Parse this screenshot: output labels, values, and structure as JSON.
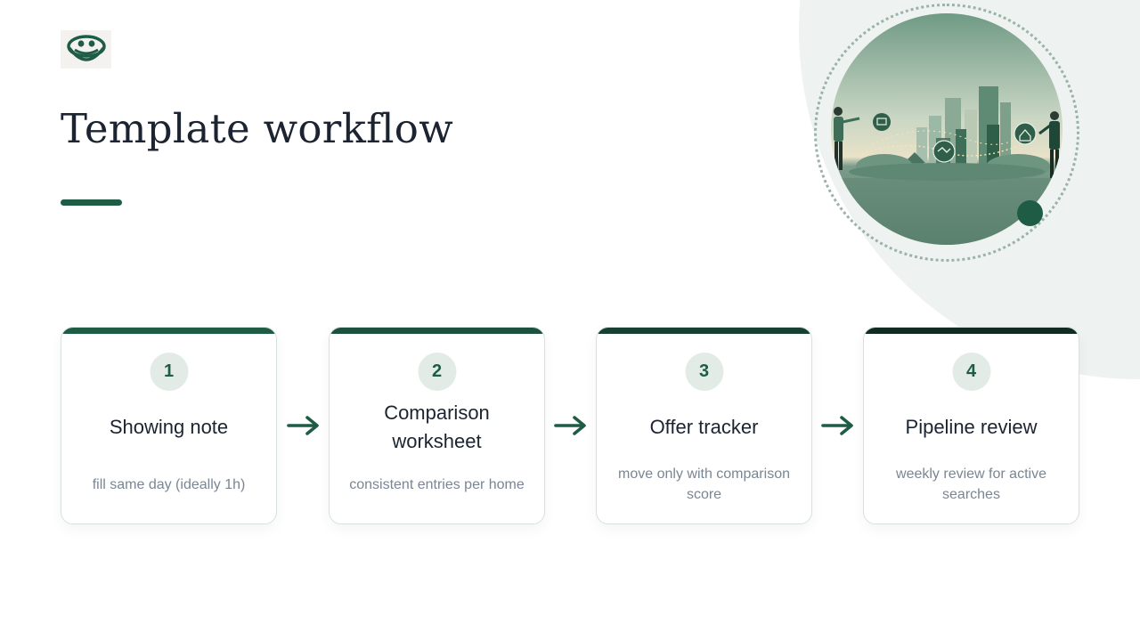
{
  "title": "Template workflow",
  "colors": {
    "accent": "#1f5c45",
    "title_text": "#1b2430",
    "muted_text": "#7a8693",
    "number_bg": "#e3ebe6",
    "card_border": "#d6e2dc",
    "bar_colors": [
      "#1f5c45",
      "#1c5140",
      "#173f32",
      "#112b23"
    ]
  },
  "steps": [
    {
      "number": "1",
      "title": "Showing note",
      "description": "fill same day (ideally 1h)"
    },
    {
      "number": "2",
      "title": "Comparison worksheet",
      "description": "consistent entries per home"
    },
    {
      "number": "3",
      "title": "Offer tracker",
      "description": "move only with comparison score"
    },
    {
      "number": "4",
      "title": "Pipeline review",
      "description": "weekly review for active searches"
    }
  ],
  "icons": {
    "logo": "smiling-bowl-logo-icon",
    "arrow": "arrow-right-icon"
  }
}
